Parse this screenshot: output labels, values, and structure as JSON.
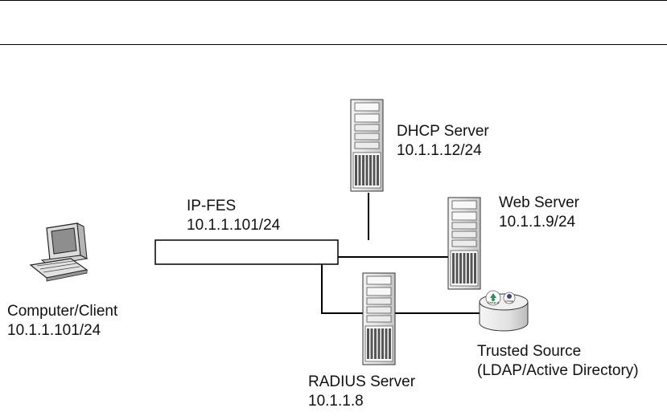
{
  "nodes": {
    "dhcp_server": {
      "name": "DHCP Server",
      "address": "10.1.1.12/24"
    },
    "web_server": {
      "name": "Web Server",
      "address": "10.1.1.9/24"
    },
    "switch": {
      "name": "IP-FES",
      "address": "10.1.1.101/24"
    },
    "client": {
      "name": "Computer/Client",
      "address": "10.1.1.101/24"
    },
    "radius_server": {
      "name": "RADIUS Server",
      "address": "10.1.1.8"
    },
    "trusted_source": {
      "name": "Trusted Source",
      "detail": "(LDAP/Active Directory)",
      "badge_left": "Group A",
      "badge_right": "Group"
    }
  },
  "icons": [
    "server-icon",
    "computer-icon",
    "database-icon"
  ],
  "colors": {
    "line": "#000000",
    "server_body": "#d9d9d9",
    "server_dark": "#555555"
  }
}
